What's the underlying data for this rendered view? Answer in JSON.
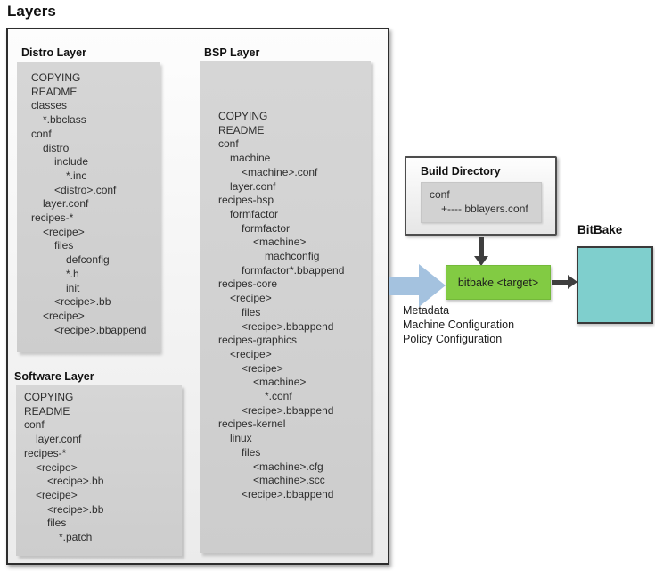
{
  "title": "Layers",
  "distro_layer": {
    "label": "Distro Layer",
    "items": [
      {
        "t": "COPYING",
        "i": 0
      },
      {
        "t": "README",
        "i": 0
      },
      {
        "t": "classes",
        "i": 0
      },
      {
        "t": "*.bbclass",
        "i": 1
      },
      {
        "t": "conf",
        "i": 0
      },
      {
        "t": "distro",
        "i": 1
      },
      {
        "t": "include",
        "i": 2
      },
      {
        "t": "*.inc",
        "i": 3
      },
      {
        "t": "<distro>.conf",
        "i": 2
      },
      {
        "t": "layer.conf",
        "i": 1
      },
      {
        "t": "recipes-*",
        "i": 0
      },
      {
        "t": "<recipe>",
        "i": 1
      },
      {
        "t": "files",
        "i": 2
      },
      {
        "t": "defconfig",
        "i": 3
      },
      {
        "t": "*.h",
        "i": 3
      },
      {
        "t": "init",
        "i": 3
      },
      {
        "t": "<recipe>.bb",
        "i": 2
      },
      {
        "t": "<recipe>",
        "i": 1
      },
      {
        "t": "<recipe>.bbappend",
        "i": 2
      }
    ]
  },
  "bsp_layer": {
    "label": "BSP Layer",
    "items": [
      {
        "t": "COPYING",
        "i": 0
      },
      {
        "t": "README",
        "i": 0
      },
      {
        "t": "conf",
        "i": 0
      },
      {
        "t": "machine",
        "i": 1
      },
      {
        "t": "<machine>.conf",
        "i": 2
      },
      {
        "t": "layer.conf",
        "i": 1
      },
      {
        "t": "recipes-bsp",
        "i": 0
      },
      {
        "t": "formfactor",
        "i": 1
      },
      {
        "t": "formfactor",
        "i": 2
      },
      {
        "t": "<machine>",
        "i": 3
      },
      {
        "t": "machconfig",
        "i": 4
      },
      {
        "t": "formfactor*.bbappend",
        "i": 2
      },
      {
        "t": "recipes-core",
        "i": 0
      },
      {
        "t": "<recipe>",
        "i": 1
      },
      {
        "t": "files",
        "i": 2
      },
      {
        "t": "<recipe>.bbappend",
        "i": 2
      },
      {
        "t": "recipes-graphics",
        "i": 0
      },
      {
        "t": "<recipe>",
        "i": 1
      },
      {
        "t": "<recipe>",
        "i": 2
      },
      {
        "t": "<machine>",
        "i": 3
      },
      {
        "t": "*.conf",
        "i": 4
      },
      {
        "t": "<recipe>.bbappend",
        "i": 2
      },
      {
        "t": "recipes-kernel",
        "i": 0
      },
      {
        "t": "linux",
        "i": 1
      },
      {
        "t": "files",
        "i": 2
      },
      {
        "t": "<machine>.cfg",
        "i": 3
      },
      {
        "t": "<machine>.scc",
        "i": 3
      },
      {
        "t": "<recipe>.bbappend",
        "i": 2
      }
    ]
  },
  "software_layer": {
    "label": "Software Layer",
    "items": [
      {
        "t": "COPYING",
        "i": 0
      },
      {
        "t": "README",
        "i": 0
      },
      {
        "t": "conf",
        "i": 0
      },
      {
        "t": "layer.conf",
        "i": 1
      },
      {
        "t": "recipes-*",
        "i": 0
      },
      {
        "t": "<recipe>",
        "i": 1
      },
      {
        "t": "<recipe>.bb",
        "i": 2
      },
      {
        "t": "<recipe>",
        "i": 1
      },
      {
        "t": "<recipe>.bb",
        "i": 2
      },
      {
        "t": "files",
        "i": 2
      },
      {
        "t": "*.patch",
        "i": 3
      }
    ]
  },
  "build_directory": {
    "label": "Build Directory",
    "items": [
      {
        "t": "conf",
        "i": 0
      },
      {
        "t": "+---- bblayers.conf",
        "i": 1
      }
    ]
  },
  "bitbake_command": "bitbake <target>",
  "bitbake_label": "BitBake",
  "annotation_lines": [
    "Metadata",
    "Machine Configuration",
    "Policy Configuration"
  ],
  "colors": {
    "green": "#82cb43",
    "teal": "#7fcfcd",
    "arrow_blue": "#a4c2df",
    "arrow_dark": "#3e3e3e",
    "box_gray": "#d3d3d3"
  }
}
